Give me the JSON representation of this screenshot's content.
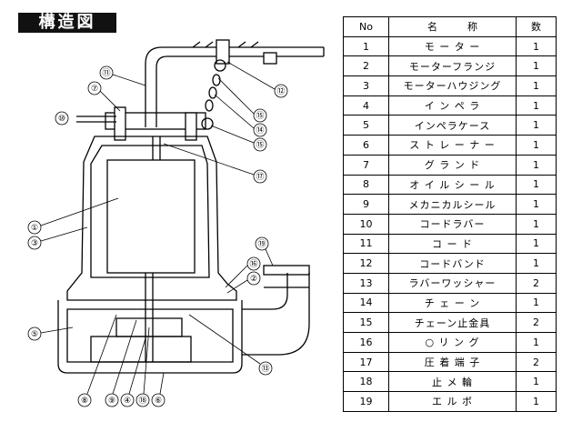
{
  "title": "構造図",
  "table": {
    "headers": {
      "no": "No",
      "name": "名　　　称",
      "qty": "数"
    },
    "rows": [
      {
        "no": "1",
        "name": "モ ー タ ー",
        "qty": "1"
      },
      {
        "no": "2",
        "name": "モーターフランジ",
        "qty": "1"
      },
      {
        "no": "3",
        "name": "モーターハウジング",
        "qty": "1"
      },
      {
        "no": "4",
        "name": "イ ン ペ ラ",
        "qty": "1"
      },
      {
        "no": "5",
        "name": "インペラケース",
        "qty": "1"
      },
      {
        "no": "6",
        "name": "ス ト レ ー ナ ー",
        "qty": "1"
      },
      {
        "no": "7",
        "name": "グ ラ ン ド",
        "qty": "1"
      },
      {
        "no": "8",
        "name": "オ イ ル シ ー ル",
        "qty": "1"
      },
      {
        "no": "9",
        "name": "メカニカルシール",
        "qty": "1"
      },
      {
        "no": "10",
        "name": "コードラバー",
        "qty": "1"
      },
      {
        "no": "11",
        "name": "コ ー ド",
        "qty": "1"
      },
      {
        "no": "12",
        "name": "コードバンド",
        "qty": "1"
      },
      {
        "no": "13",
        "name": "ラバーワッシャー",
        "qty": "2"
      },
      {
        "no": "14",
        "name": "チ ェ ー ン",
        "qty": "1"
      },
      {
        "no": "15",
        "name": "チェーン止金具",
        "qty": "2"
      },
      {
        "no": "16",
        "name": "○ リ ン グ",
        "qty": "1"
      },
      {
        "no": "17",
        "name": "圧 着 端 子",
        "qty": "2"
      },
      {
        "no": "18",
        "name": "止 メ 輪",
        "qty": "1"
      },
      {
        "no": "19",
        "name": "エ ル ボ",
        "qty": "1"
      }
    ]
  },
  "callouts": [
    "⑪",
    "⑦",
    "⑩",
    "⑫",
    "⑮",
    "⑭",
    "⑮",
    "⑰",
    "①",
    "③",
    "⑲",
    "⑯",
    "②",
    "⑤",
    "⑬",
    "⑧",
    "⑨",
    "④",
    "⑱",
    "⑥"
  ]
}
